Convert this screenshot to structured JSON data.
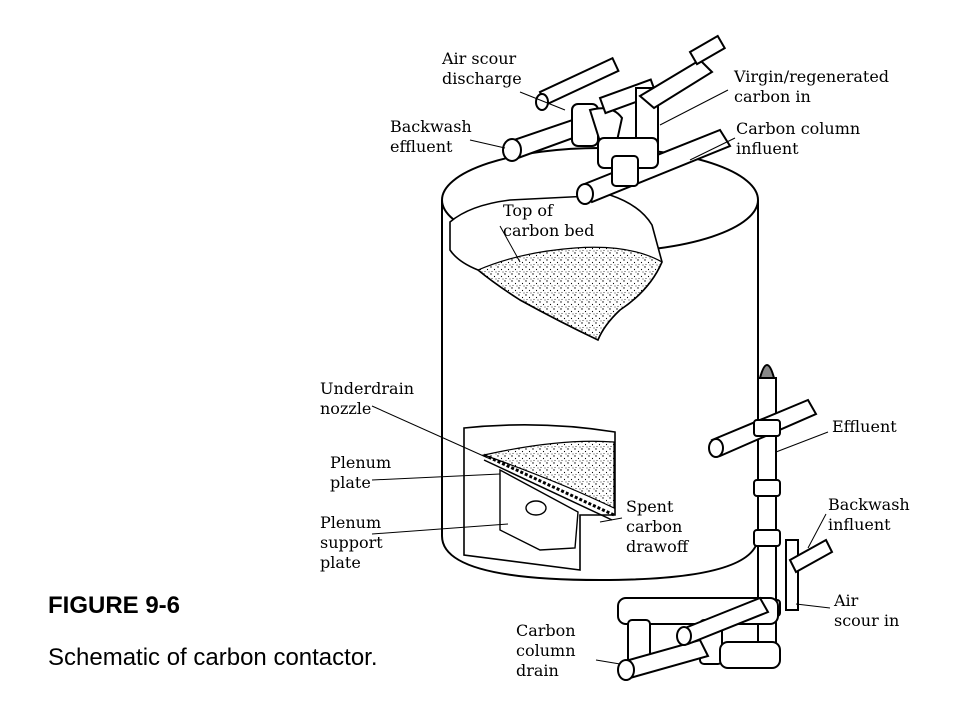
{
  "figure": {
    "title": "FIGURE 9-6",
    "caption": "Schematic of carbon contactor."
  },
  "labels": {
    "air_scour_discharge": [
      "Air scour",
      "discharge"
    ],
    "virgin_carbon_in": [
      "Virgin/regenerated",
      "carbon in"
    ],
    "backwash_effluent": [
      "Backwash",
      "effluent"
    ],
    "carbon_column_influent": [
      "Carbon column",
      "influent"
    ],
    "top_of_carbon_bed": [
      "Top of",
      "carbon bed"
    ],
    "underdrain_nozzle": [
      "Underdrain",
      "nozzle"
    ],
    "plenum_plate": [
      "Plenum",
      "plate"
    ],
    "plenum_support_plate": [
      "Plenum",
      "support",
      "plate"
    ],
    "spent_carbon_drawoff": [
      "Spent",
      "carbon",
      "drawoff"
    ],
    "effluent": [
      "Effluent"
    ],
    "backwash_influent": [
      "Backwash",
      "influent"
    ],
    "air_scour_in": [
      "Air",
      "scour in"
    ],
    "carbon_column_drain": [
      "Carbon",
      "column",
      "drain"
    ]
  },
  "colors": {
    "line": "#000000",
    "background": "#ffffff",
    "fill": "#ffffff"
  }
}
